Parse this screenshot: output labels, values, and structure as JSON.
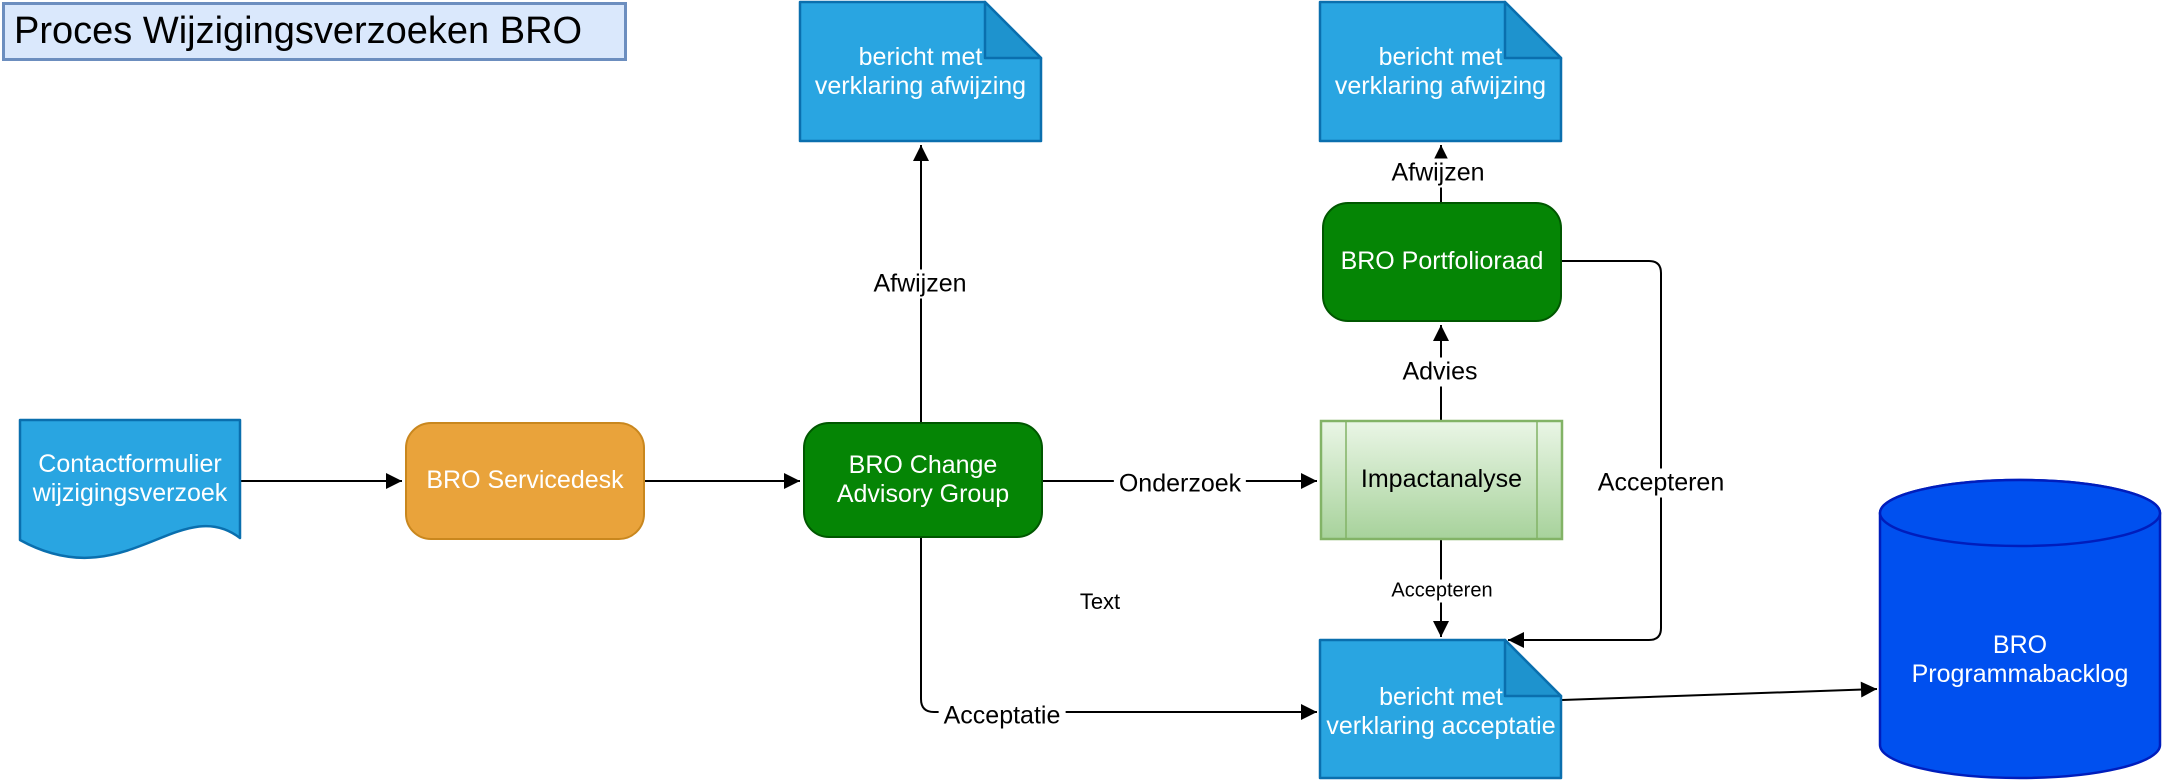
{
  "title": "Proces Wijzigingsverzoeken BRO",
  "nodes": {
    "contactformulier": {
      "label": "Contactformulier\nwijzigingsverzoek",
      "shape": "document"
    },
    "servicedesk": {
      "label": "BRO Servicedesk",
      "shape": "rounded-rectangle"
    },
    "change_advisory_group": {
      "label": "BRO Change\nAdvisory Group",
      "shape": "rounded-rectangle"
    },
    "bericht_afwijzing_cag": {
      "label": "bericht met\nverklaring afwijzing",
      "shape": "note"
    },
    "impactanalyse": {
      "label": "Impactanalyse",
      "shape": "subprocess"
    },
    "portfolioraad": {
      "label": "BRO Portfolioraad",
      "shape": "rounded-rectangle"
    },
    "bericht_afwijzing_portfolio": {
      "label": "bericht met\nverklaring afwijzing",
      "shape": "note"
    },
    "bericht_acceptatie": {
      "label": "bericht met\nverklaring acceptatie",
      "shape": "note"
    },
    "programmabacklog": {
      "label": "BRO\nProgrammabacklog",
      "shape": "database-cylinder"
    }
  },
  "edge_labels": {
    "afwijzen_cag": "Afwijzen",
    "onderzoek": "Onderzoek",
    "advies": "Advies",
    "afwijzen_portfolio": "Afwijzen",
    "accepteren_loop": "Accepteren",
    "accepteren_impact": "Accepteren",
    "acceptatie": "Acceptatie",
    "free_text": "Text"
  },
  "colors": {
    "title_bg": "#dae8fc",
    "title_border": "#6c8ebf",
    "blue": "#29a5e1",
    "blue_fold": "#1e93ce",
    "blue_border": "#0a6fae",
    "orange": "#e9a33b",
    "orange_border": "#c9871e",
    "green": "#058505",
    "green_border": "#005700",
    "lightgreen_top": "#eaf6e6",
    "lightgreen_bottom": "#a7d29b",
    "lightgreen_border": "#82b366",
    "db_blue": "#0050ef",
    "db_blue_border": "#001dbc",
    "edge_stroke": "#000000"
  }
}
